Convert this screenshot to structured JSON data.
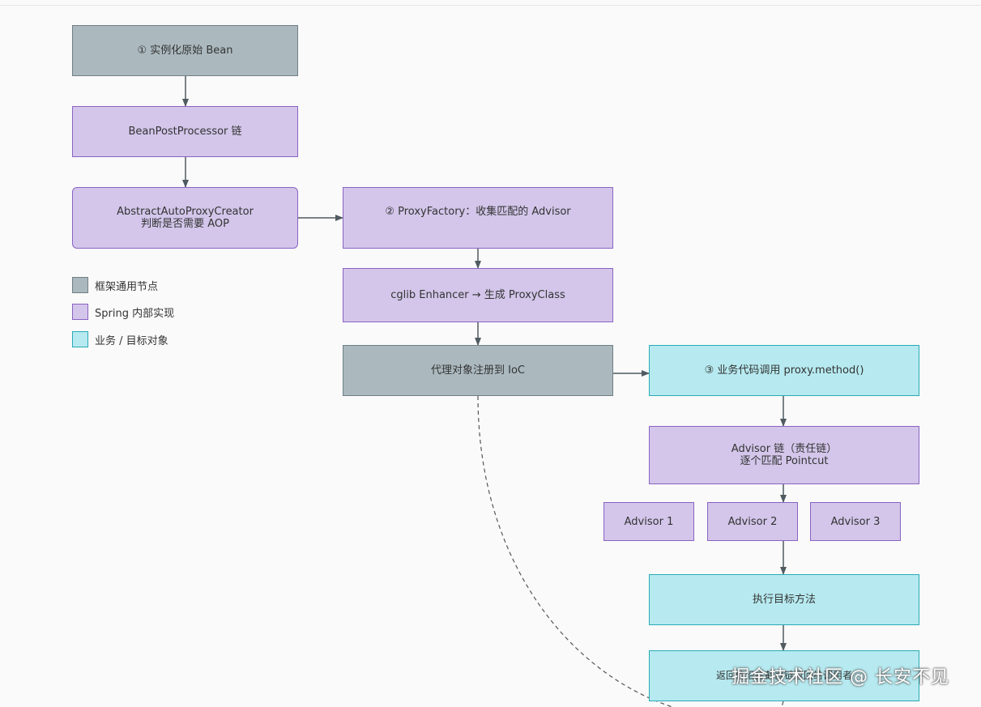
{
  "nodes": {
    "instantiate": "① 实例化原始 Bean",
    "bpp_chain": "BeanPostProcessor 链",
    "auto_proxy_creator": "AbstractAutoProxyCreator\n判断是否需要 AOP",
    "proxy_factory": "② ProxyFactory：收集匹配的 Advisor",
    "cglib": "cglib Enhancer → 生成 ProxyClass",
    "register_ioc": "代理对象注册到 IoC",
    "business_call": "③ 业务代码调用 proxy.method()",
    "advisor_chain": "Advisor 链（责任链）\n逐个匹配 Pointcut",
    "advisor_1": "Advisor 1",
    "advisor_2": "Advisor 2",
    "advisor_3": "Advisor 3",
    "execute_target": "执行目标方法",
    "return_value": "返回值沿拦截器链返回给调用者"
  },
  "legend": {
    "framework": "框架通用节点",
    "spring": "Spring 内部实现",
    "business": "业务 / 目标对象"
  },
  "colors": {
    "framework_fill": "#abb9bf",
    "spring_fill": "#d3c6ea",
    "business_fill": "#b6eaf0",
    "edge": "#4f5b60"
  },
  "watermark": "掘金技术社区 @ 长安不见"
}
